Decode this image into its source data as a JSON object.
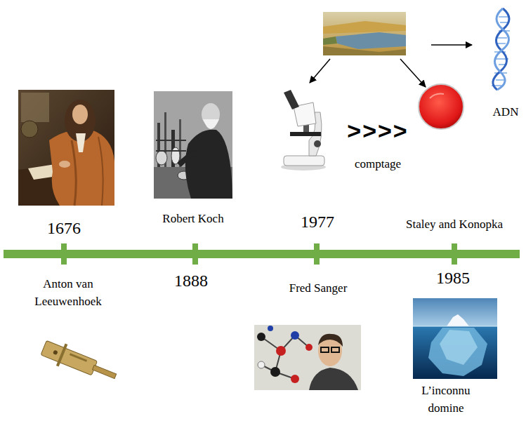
{
  "diagram": {
    "labels": [
      "ADN",
      ">>>>",
      "comptage",
      "Robert Koch",
      "Staley and Konopka",
      "1977",
      "1676",
      "1985",
      "1888",
      "Anton van Leeuwenhoek",
      "Fred Sanger",
      "L’inconnu domine"
    ]
  }
}
